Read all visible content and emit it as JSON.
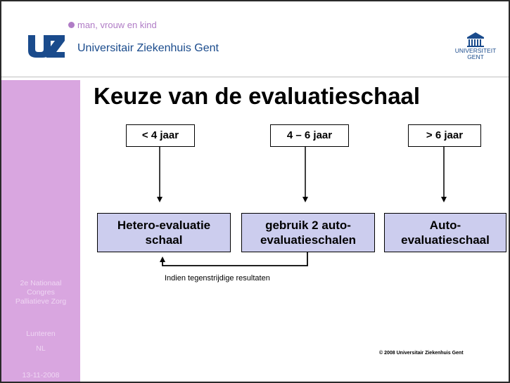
{
  "header": {
    "tagline": "man, vrouw en kind",
    "hospital_name": "Universitair Ziekenhuis Gent",
    "logo_text": "UZ",
    "university_logo_line1": "UNIVERSITEIT",
    "university_logo_line2": "GENT"
  },
  "slide": {
    "title": "Keuze van de evaluatieschaal",
    "age_groups": [
      "< 4 jaar",
      "4 – 6 jaar",
      "> 6 jaar"
    ],
    "scales": [
      {
        "line1": "Hetero-evaluatie",
        "line2": "schaal"
      },
      {
        "line1": "gebruik 2 auto-",
        "line2": "evaluatieschalen"
      },
      {
        "line1": "Auto-",
        "line2": "evaluatieschaal"
      }
    ],
    "feedback_caption": "Indien tegenstrijdige resultaten"
  },
  "sidebar": {
    "event_line1": "2e Nationaal",
    "event_line2": "Congres",
    "event_line3": "Palliatieve Zorg",
    "location_city": "Lunteren",
    "location_country": "NL",
    "date": "13-11-2008"
  },
  "footer": {
    "copyright": "© 2008 Universitair Ziekenhuis Gent"
  },
  "colors": {
    "sidebar": "#d9a6e0",
    "scale_box": "#cccdee",
    "brand_blue": "#1a4b8c",
    "tagline_purple": "#b07cc6"
  }
}
